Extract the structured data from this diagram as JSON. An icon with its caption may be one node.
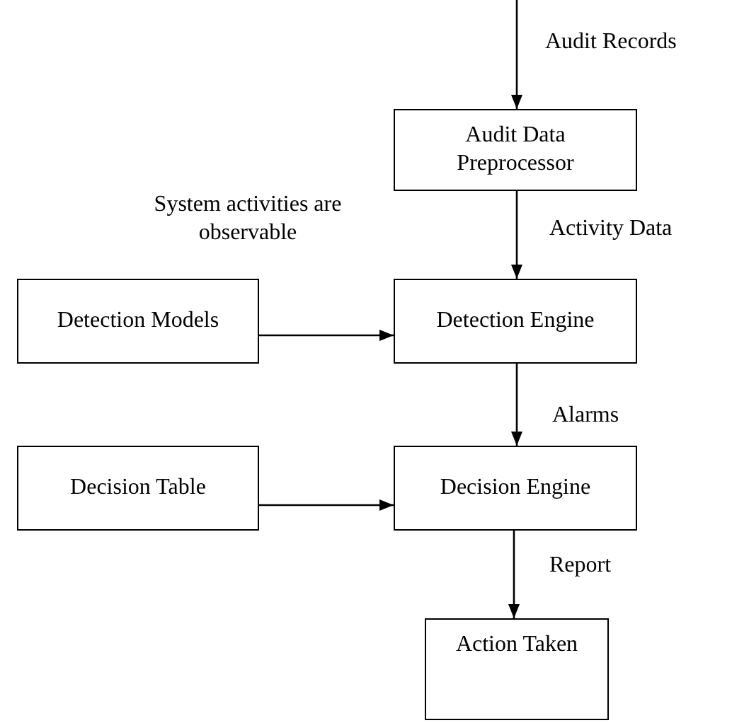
{
  "diagram": {
    "nodes": [
      {
        "text": [
          "Audit Data Preprocessor"
        ]
      },
      {
        "text": [
          "Detection Models"
        ]
      },
      {
        "text": [
          "Detection Engine"
        ]
      },
      {
        "text": [
          "Decision Table"
        ]
      },
      {
        "text": [
          "Decision Engine"
        ]
      },
      {
        "text": [
          "Action Taken"
        ]
      }
    ],
    "edges": [
      {
        "from": null,
        "to": 0,
        "arrow": "to",
        "label": "Audit Records"
      },
      {
        "from": 0,
        "to": 2,
        "arrow": "to",
        "label": "Activity Data"
      },
      {
        "from": 1,
        "to": 2,
        "arrow": "to"
      },
      {
        "from": 2,
        "to": 4,
        "arrow": "to",
        "label": "Alarms"
      },
      {
        "from": 3,
        "to": 4,
        "arrow": "to"
      },
      {
        "from": 4,
        "to": 5,
        "arrow": "to",
        "label": "Report"
      }
    ],
    "labels": [
      "System activities are observable"
    ]
  }
}
